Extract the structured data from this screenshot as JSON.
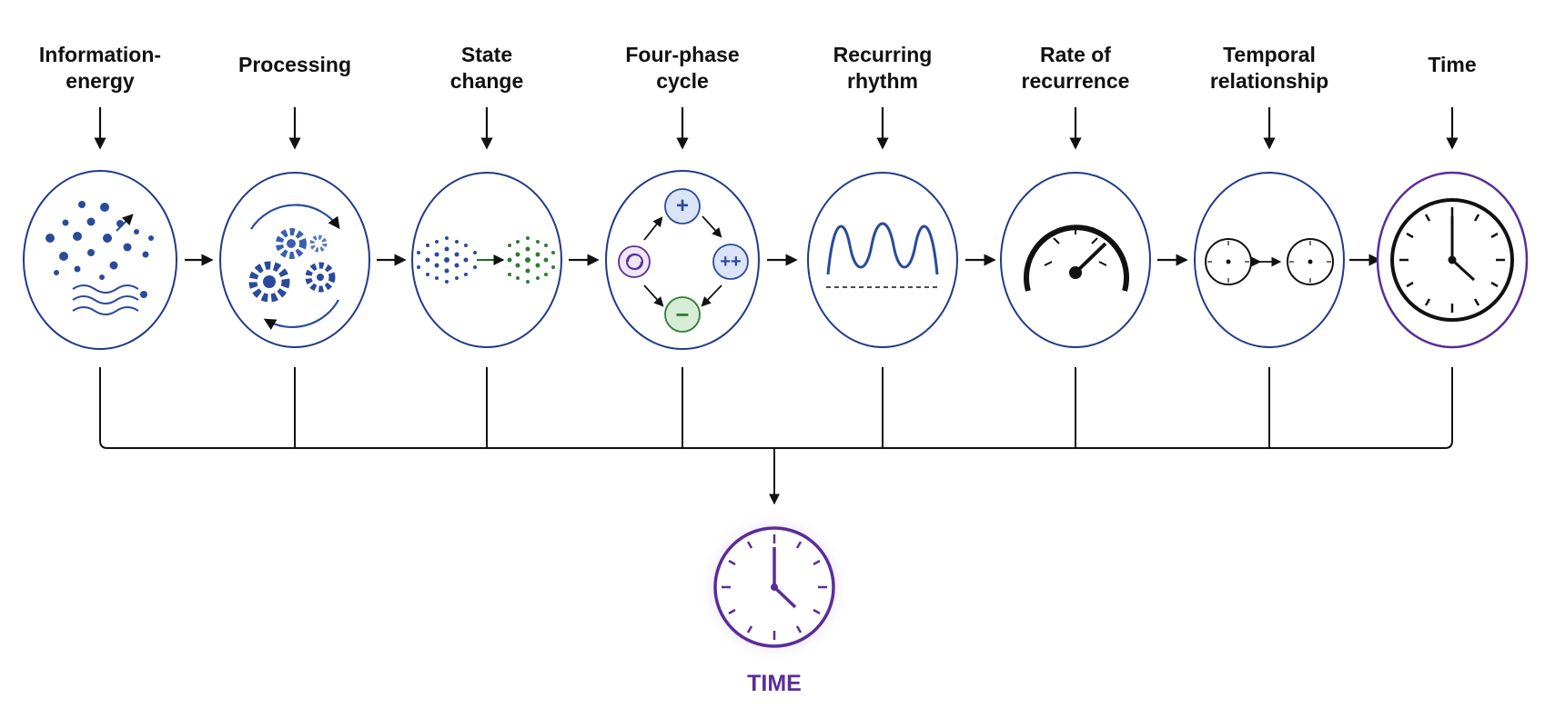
{
  "stages": [
    {
      "line1": "Information-",
      "line2": "energy",
      "icon": "particles-waves-icon"
    },
    {
      "line1": "",
      "line2": "Processing",
      "icon": "gears-icon"
    },
    {
      "line1": "State",
      "line2": "change",
      "icon": "dispersion-icon"
    },
    {
      "line1": "Four-phase",
      "line2": "cycle",
      "icon": "four-phase-cycle-icon"
    },
    {
      "line1": "Recurring",
      "line2": "rhythm",
      "icon": "sine-wave-icon"
    },
    {
      "line1": "Rate of",
      "line2": "recurrence",
      "icon": "gauge-icon"
    },
    {
      "line1": "Temporal",
      "line2": "relationship",
      "icon": "paired-clocks-icon"
    },
    {
      "line1": "",
      "line2": "Time",
      "icon": "clock-icon"
    }
  ],
  "cycle_symbols": {
    "top": "+",
    "right": "++",
    "bottom": "−"
  },
  "result": {
    "label": "TIME",
    "icon": "clock-icon"
  },
  "colors": {
    "outline": "#1f3a8a",
    "icon_blue": "#2a4a9c",
    "accent_green": "#2e7d32",
    "accent_purple": "#5a2d9a",
    "line": "#111111"
  }
}
